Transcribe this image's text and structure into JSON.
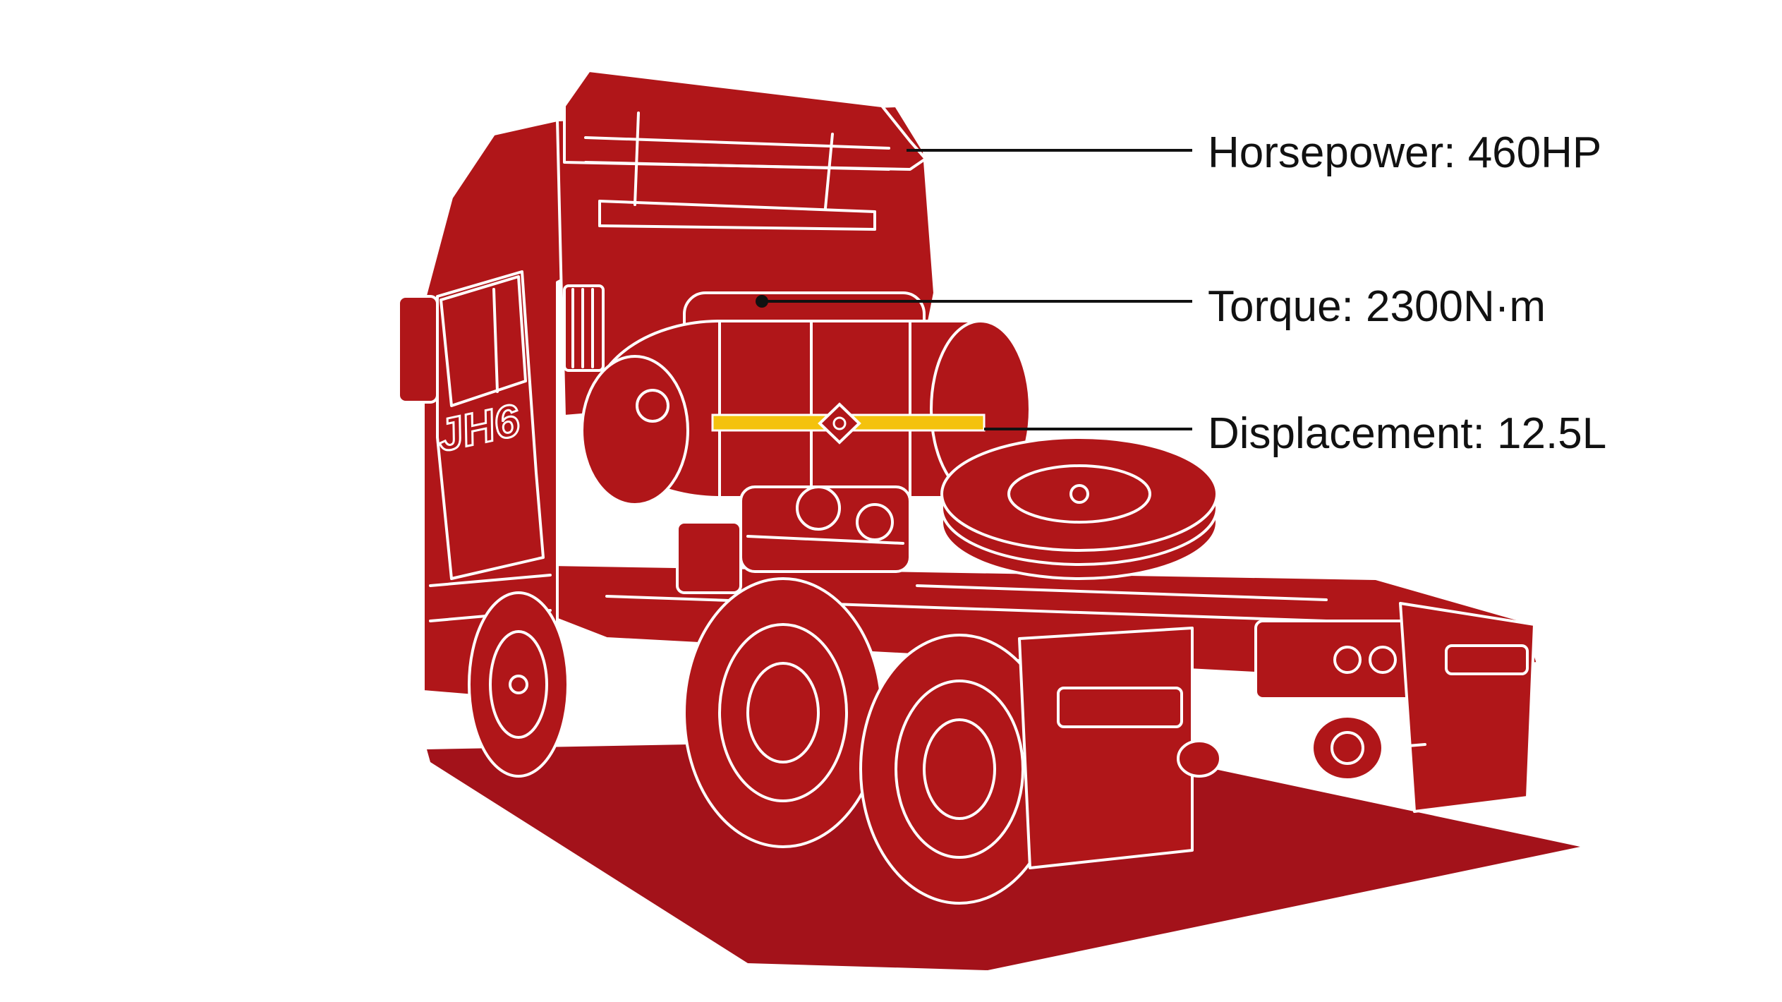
{
  "specs": {
    "horsepower": "Horsepower: 460HP",
    "torque": "Torque: 2300N·m",
    "displacement": "Displacement: 12.5L"
  },
  "truck": {
    "badge": "JH6"
  },
  "colors": {
    "body": "#B01619",
    "shadow": "#A3121A",
    "outline": "#FFFFFF",
    "stripe": "#F4C20D",
    "leader": "#111111",
    "background": "#FFFFFF"
  },
  "icons": {
    "hazard": "hazard-diamond-icon"
  }
}
